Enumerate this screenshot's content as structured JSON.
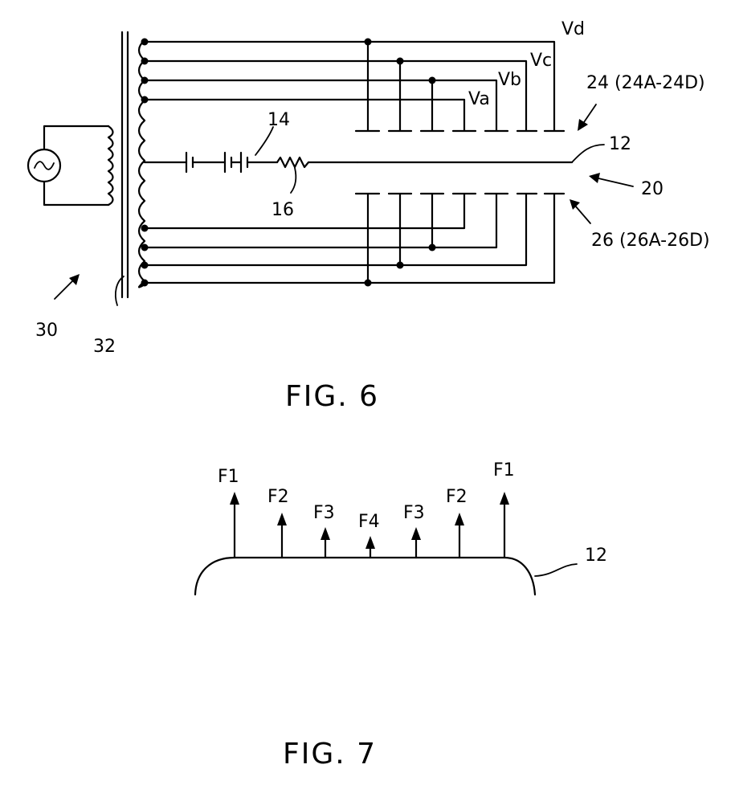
{
  "fig6": {
    "caption": "FIG. 6",
    "labels": {
      "vd": "Vd",
      "vc": "Vc",
      "vb": "Vb",
      "va": "Va",
      "top_electrodes": "24 (24A-24D)",
      "sample": "12",
      "gap": "20",
      "bottom_electrodes": "26 (26A-26D)",
      "battery": "14",
      "resistor": "16",
      "power_supply": "30",
      "transformer": "32"
    }
  },
  "fig7": {
    "caption": "FIG. 7",
    "forces": [
      "F1",
      "F2",
      "F3",
      "F4",
      "F3",
      "F2",
      "F1"
    ],
    "sample_label": "12"
  }
}
